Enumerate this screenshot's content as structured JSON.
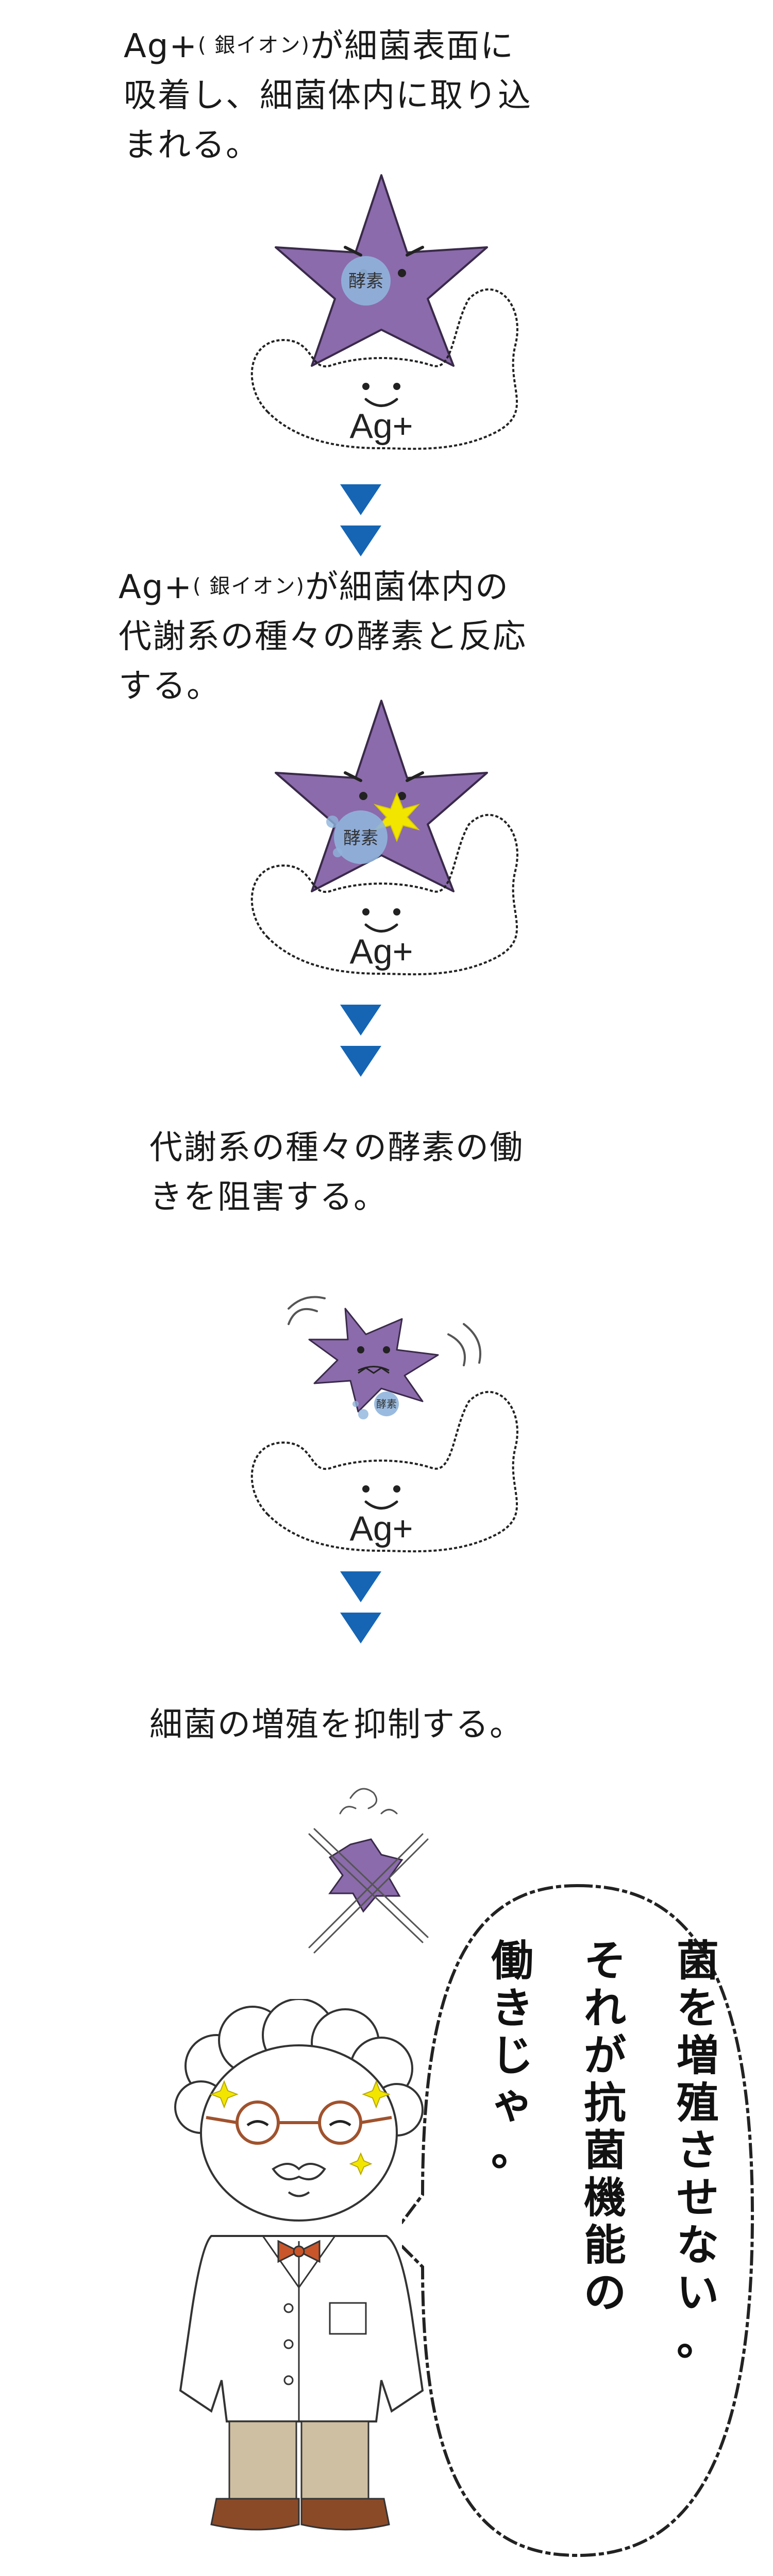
{
  "steps": [
    {
      "lines": [
        "Ag+",
        "が細菌表面に",
        "吸着し、細菌体内に取り込",
        "まれる。"
      ],
      "note": "( 銀イオン)"
    },
    {
      "lines": [
        "Ag+",
        "が細菌体内の",
        "代謝系の種々の酵素と反応",
        "する。"
      ],
      "note": "( 銀イオン)"
    },
    {
      "lines": [
        "代謝系の種々の酵素の働",
        "きを阻害する。"
      ]
    },
    {
      "lines": [
        "細菌の増殖を抑制する。"
      ]
    }
  ],
  "labels": {
    "enzyme": "酵素",
    "ag": "Ag+"
  },
  "speech": {
    "columns": [
      "菌を増殖させない。",
      "それが抗菌機能の",
      "働きじゃ。"
    ]
  },
  "colors": {
    "arrow": "#1565b4",
    "bacteria": "#8b6bab",
    "enzyme": "#8fb4dc",
    "spark": "#f2e600",
    "ink": "#1a1a1a",
    "bowtie": "#c8562a",
    "shoe": "#8a4a28",
    "pants": "#cfbfa2"
  }
}
